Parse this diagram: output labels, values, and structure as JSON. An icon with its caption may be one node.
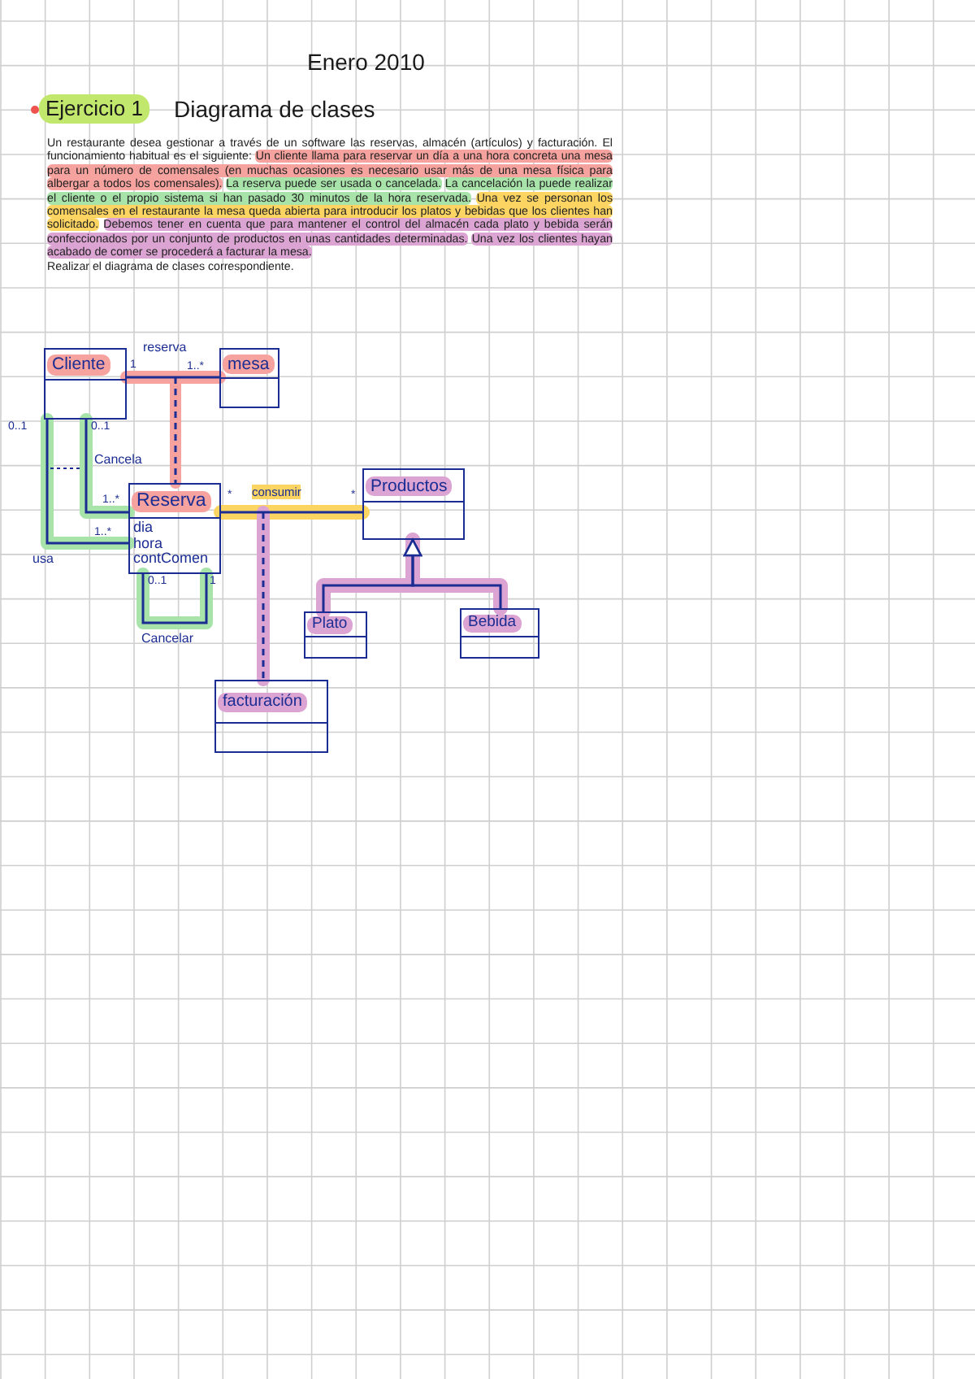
{
  "diagram": {
    "title": "Diagrama de clases",
    "nodes": [
      {
        "text": [
          "Cliente"
        ]
      },
      {
        "text": [
          "mesa"
        ]
      },
      {
        "text": [
          "Reserva",
          "dia",
          "hora",
          "contComen"
        ]
      },
      {
        "text": [
          "Productos"
        ]
      },
      {
        "text": [
          "Plato"
        ]
      },
      {
        "text": [
          "Bebida"
        ]
      },
      {
        "text": [
          "facturación"
        ]
      }
    ],
    "edges": [
      {
        "from": 0,
        "to": 1,
        "arrow": "none",
        "label": "reserva"
      },
      {
        "from": null,
        "to": 2,
        "arrow": "none",
        "style": "dashed"
      },
      {
        "from": 0,
        "to": 2,
        "arrow": "none",
        "label": "usa"
      },
      {
        "from": 0,
        "to": 2,
        "arrow": "none",
        "label": "Cancela"
      },
      {
        "from": 2,
        "to": 2,
        "arrow": "none",
        "label": "Cancelar"
      },
      {
        "from": 2,
        "to": 3,
        "arrow": "none",
        "label": "consumir"
      },
      {
        "from": null,
        "to": 6,
        "arrow": "none",
        "style": "dashed"
      },
      {
        "from": 4,
        "to": 3,
        "arrow": "to"
      },
      {
        "from": 5,
        "to": 3,
        "arrow": "to"
      }
    ],
    "labels": [
      "Enero 2010",
      "Ejercicio 1",
      "Un restaurante desea gestionar a través de un software las reservas, almacén (artículos) y facturación. El funcionamiento habitual es el siguiente: Un cliente llama para reservar un día a una hora concreta una mesa para un número de comensales (en muchas ocasiones es necesario usar más de una mesa física para albergar a todos los comensales). La reserva puede ser usada o cancelada. La cancelación la puede realizar el cliente o el propio sistema si han pasado 30 minutos de la hora reservada. Una vez se personan los comensales en el restaurante la mesa queda abierta para introducir los platos y bebidas que los clientes han solicitado. Debemos tener en cuenta que para mantener el control del almacén cada plato y bebida serán confeccionados por un conjunto de productos en unas cantidades determinadas. Una vez los clientes hayan acabado de comer se procederá a facturar la mesa.",
      "Realizar el diagrama de clases correspondiente.",
      "1",
      "1..*",
      "0..1",
      "0..1",
      "1..*",
      "*",
      "*",
      "1..*",
      "0..1",
      "1"
    ]
  }
}
